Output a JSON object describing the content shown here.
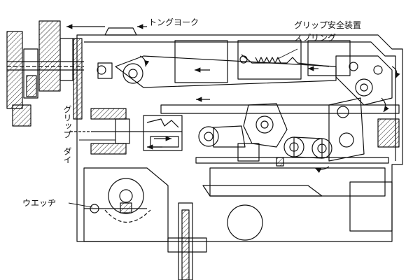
{
  "labels": {
    "tong_yoke": "トングヨーク",
    "grip_safety_1": "グリップ安全装置",
    "grip_safety_2": "スプリング",
    "grip_die_1": "グリップ",
    "grip_die_2": "ダイ",
    "wedge": "ウエッヂ"
  }
}
